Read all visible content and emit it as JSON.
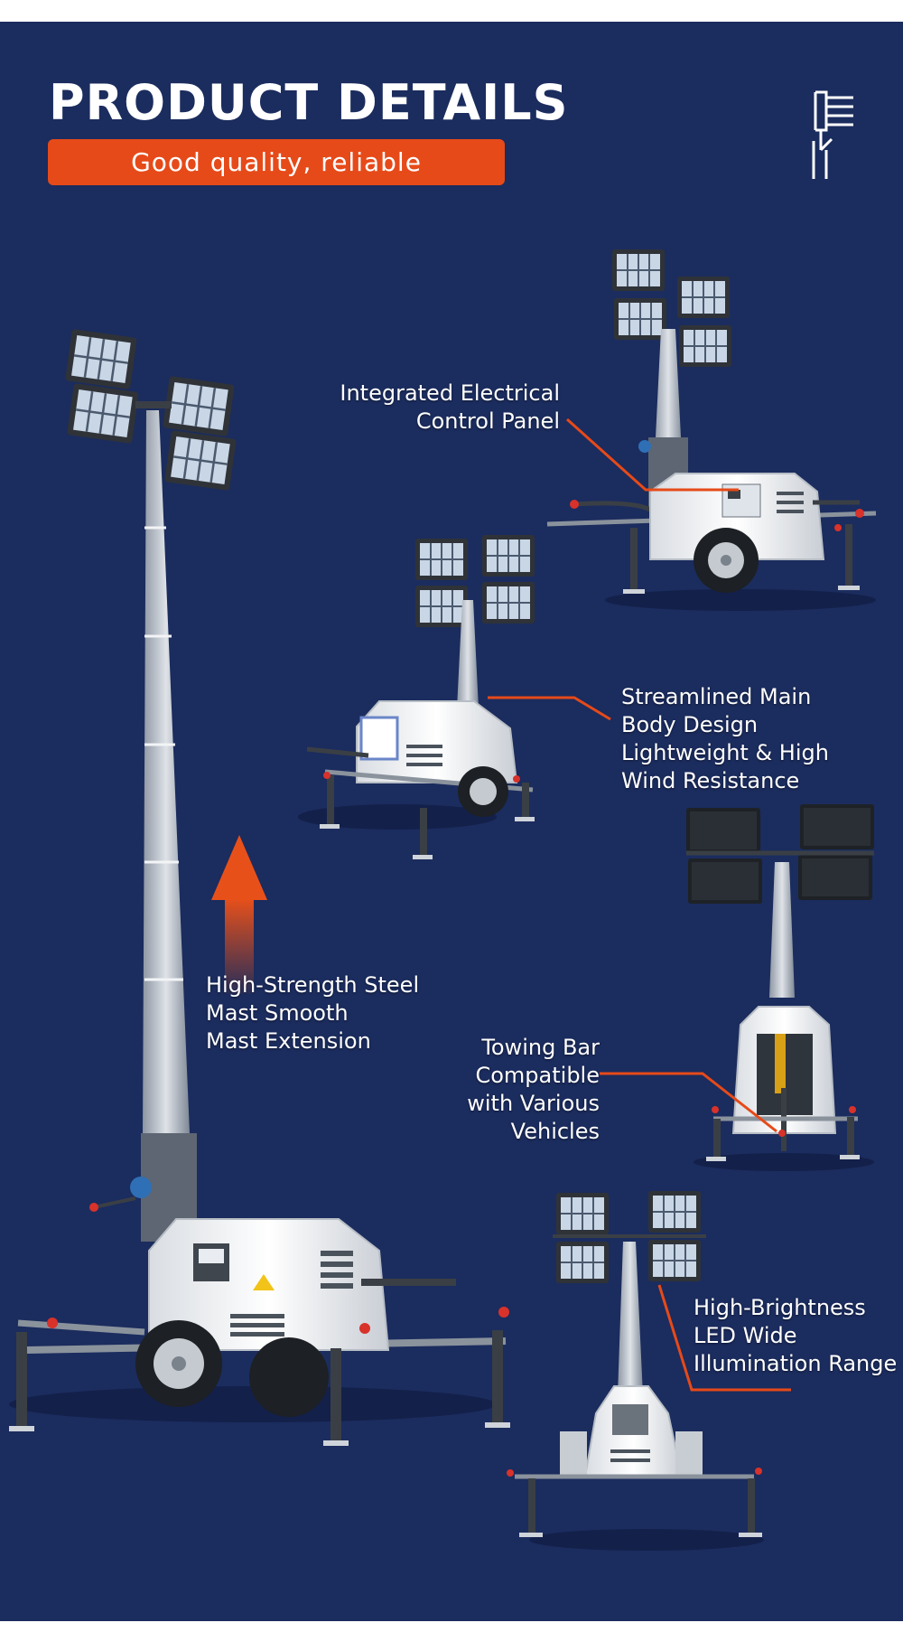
{
  "header": {
    "title": "PRODUCT DETAILS",
    "subtitle": "Good quality, reliable",
    "logo_icon": "light-tower-logo-icon"
  },
  "colors": {
    "background": "#1b2c5e",
    "accent": "#e64a19",
    "text": "#ffffff",
    "leader_line": "#e64a19"
  },
  "callouts": {
    "control_panel": {
      "line1": "Integrated Electrical",
      "line2": "Control Panel"
    },
    "main_body": {
      "line1": "Streamlined Main",
      "line2": "Body Design",
      "line3": "Lightweight & High",
      "line4": "Wind Resistance"
    },
    "mast": {
      "line1": "High-Strength Steel",
      "line2": "Mast Smooth",
      "line3": "Mast Extension"
    },
    "towing_bar": {
      "line1": "Towing Bar",
      "line2": "Compatible",
      "line3": "with Various",
      "line4": "Vehicles"
    },
    "led": {
      "line1": "High-Brightness",
      "line2": "LED Wide",
      "line3": "Illumination Range"
    }
  },
  "images": {
    "main_tower": "large-light-tower-image",
    "tower_top_right": "light-tower-control-panel-image",
    "tower_middle": "light-tower-main-body-image",
    "tower_rear": "light-tower-towing-bar-image",
    "tower_bottom": "light-tower-led-image",
    "extension_arrow": "up-arrow-icon"
  }
}
